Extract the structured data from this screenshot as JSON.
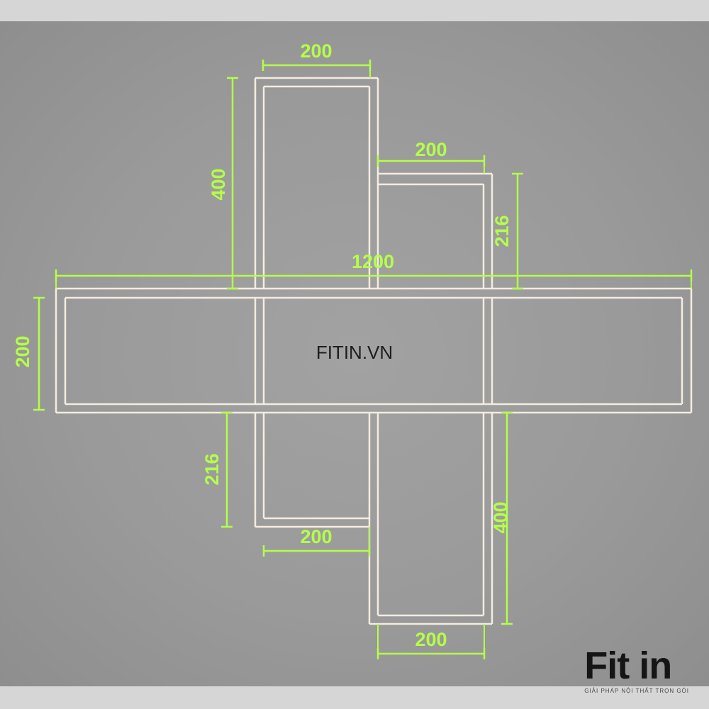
{
  "title": "Shelf layout drawing",
  "watermark": "FITIN.VN",
  "logo": {
    "brand": "Fit in",
    "tagline": "GIẢI PHÁP NỘI THẤT TRỌN GÓI"
  },
  "dimensions": {
    "top_width": "200",
    "top_height": "400",
    "upper_right_width": "200",
    "upper_right_height": "216",
    "overall_width": "1200",
    "main_height": "200",
    "lower_left_height": "216",
    "lower_left_width": "200",
    "lower_right_height": "400",
    "lower_right_width": "200"
  },
  "colors": {
    "dimension": "#b4ff4a",
    "frame": "#f4ece0",
    "background": "#9c9c9c"
  }
}
